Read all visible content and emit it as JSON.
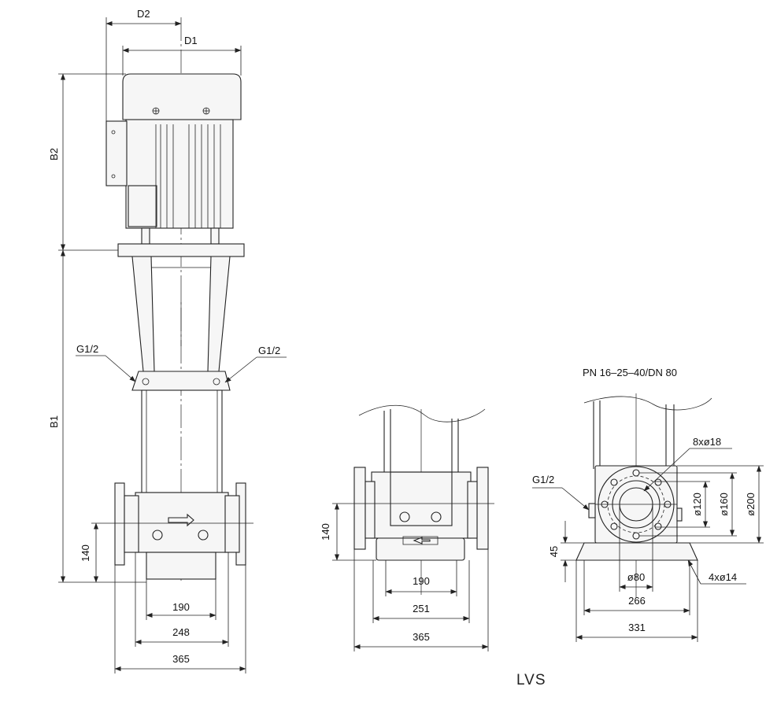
{
  "left_view": {
    "d2": "D2",
    "d1": "D1",
    "b2": "B2",
    "b1": "B1",
    "conn_left": "G1/2",
    "conn_right": "G1/2",
    "h140": "140",
    "w190": "190",
    "w248": "248",
    "w365": "365"
  },
  "middle_view": {
    "h140": "140",
    "w190": "190",
    "w251": "251",
    "w365": "365"
  },
  "right_view": {
    "flange_spec": "PN 16–25–40/DN 80",
    "bolts": "8xø18",
    "conn": "G1/2",
    "d120": "ø120",
    "d160": "ø160",
    "d200": "ø200",
    "h45": "45",
    "d80": "ø80",
    "feet_holes": "4xø14",
    "w266": "266",
    "w331": "331"
  },
  "model_label": "LVS"
}
